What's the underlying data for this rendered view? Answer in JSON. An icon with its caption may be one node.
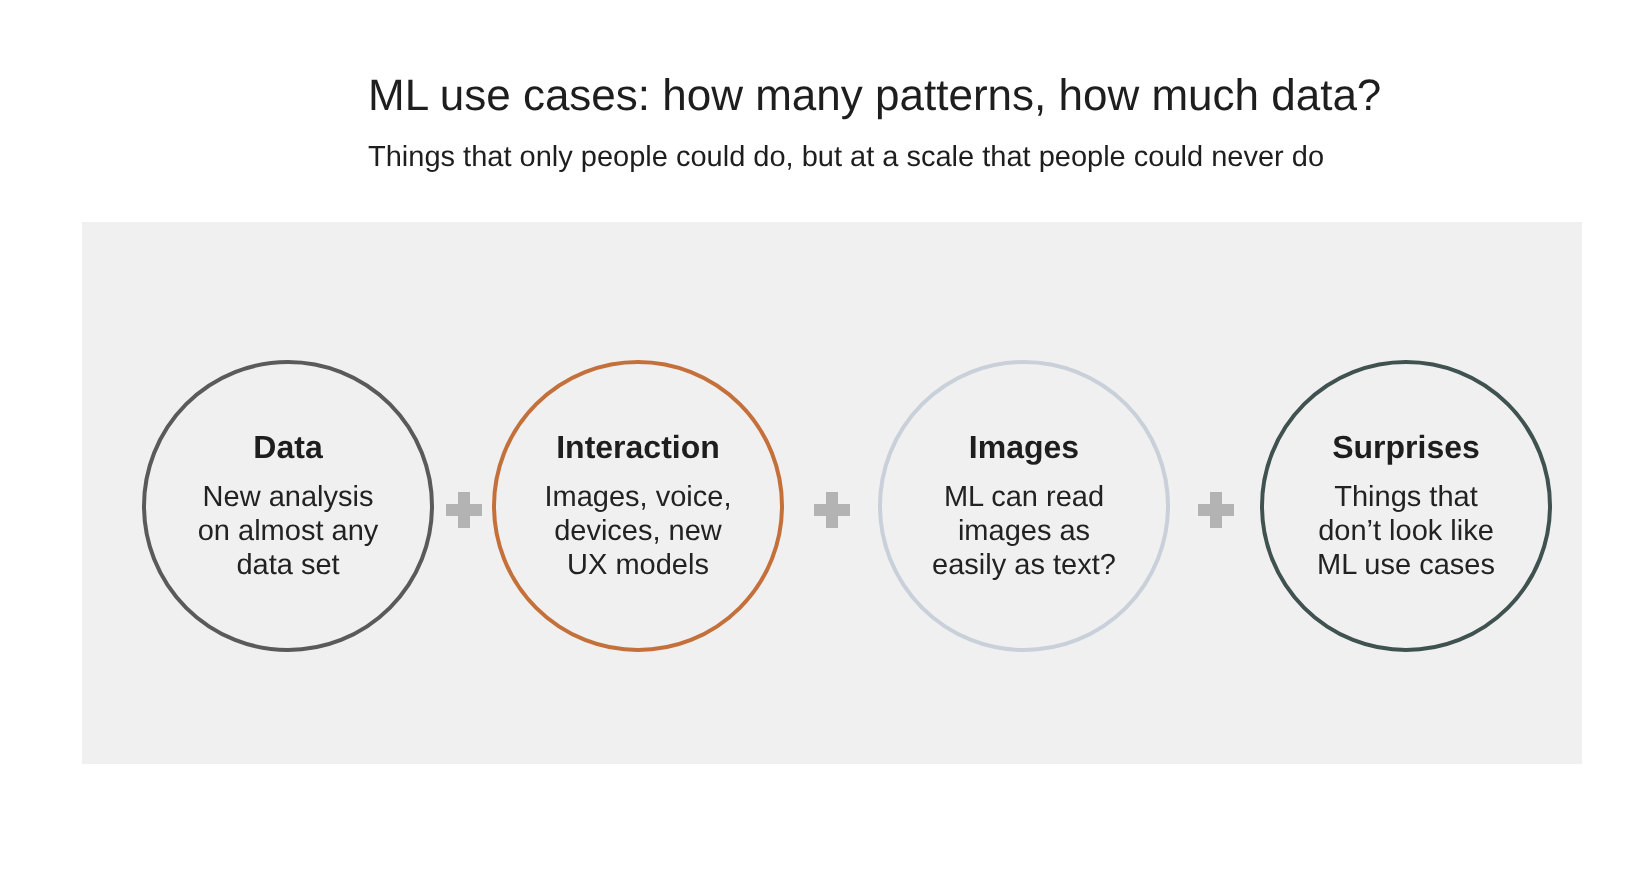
{
  "diagram": {
    "title": "ML use cases: how many patterns, how much data?",
    "nodes": [
      {
        "text": [
          "Data",
          "New analysis on almost any data set"
        ]
      },
      {
        "text": [
          "Interaction",
          "Images, voice, devices, new UX models"
        ]
      },
      {
        "text": [
          "Images",
          "ML can read images as easily as text?"
        ]
      },
      {
        "text": [
          "Surprises",
          "Things that don’t look like ML use cases"
        ]
      }
    ],
    "labels": [
      "Things that only people could do, but at a scale that people could never do"
    ]
  }
}
